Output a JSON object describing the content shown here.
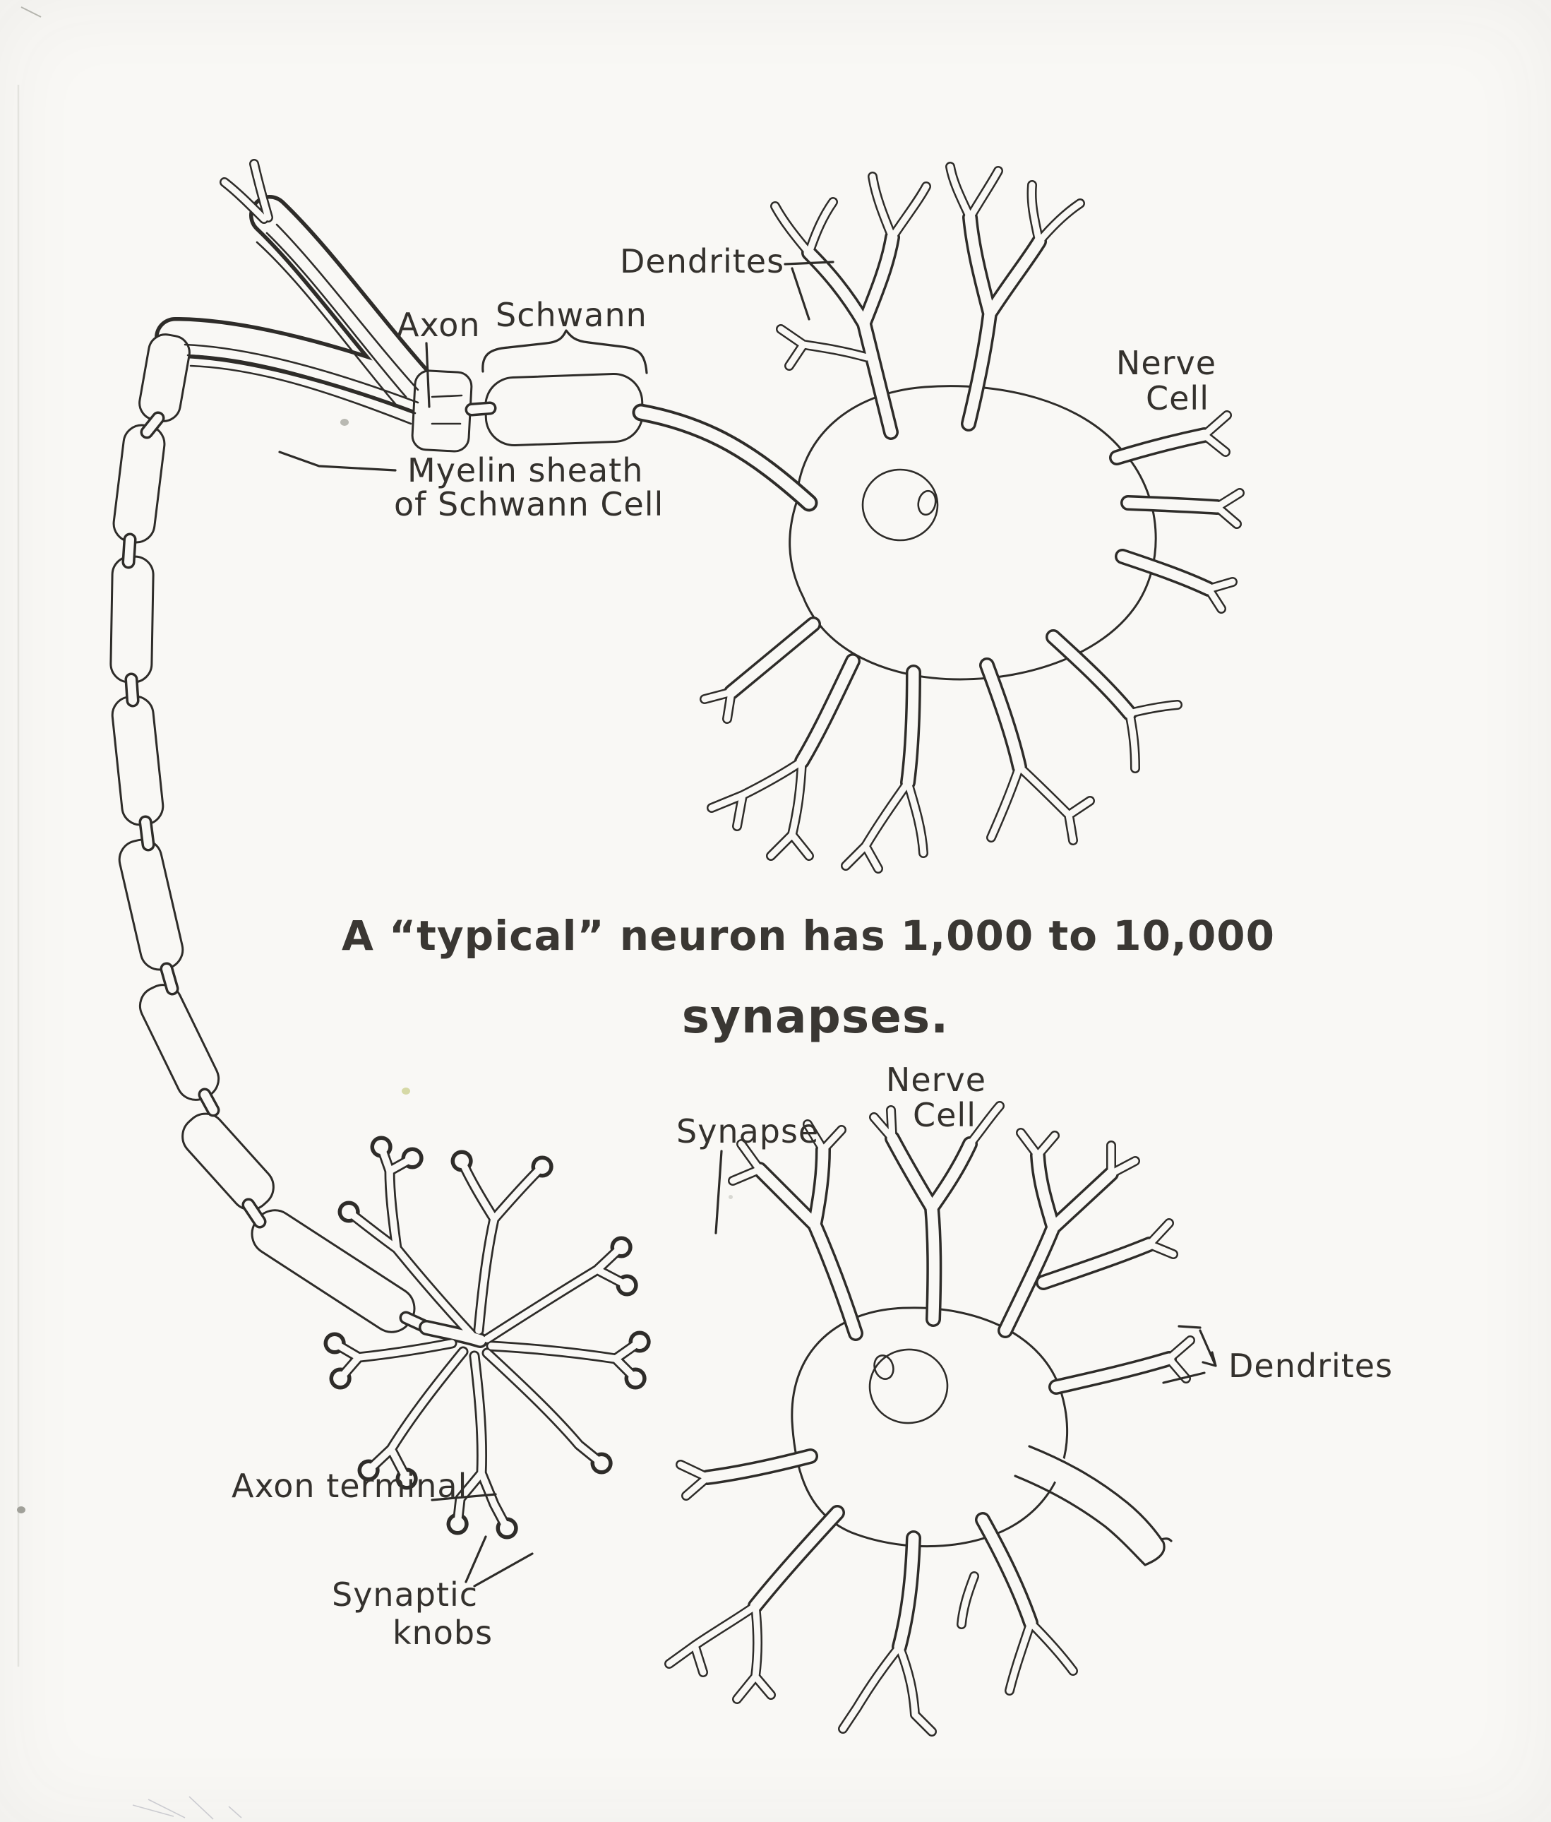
{
  "palette": {
    "paper": "#f9f8f5",
    "ink": "#2e2c29",
    "caption_ink": "#3a3733",
    "label_ink": "#34312d"
  },
  "caption": {
    "line1": "A “typical” neuron has 1,000 to 10,000",
    "line2": "synapses."
  },
  "labels": {
    "dendrites_top": "Dendrites",
    "axon": "Axon",
    "schwann": "Schwann",
    "nerve_cell_top": {
      "line1": "Nerve",
      "line2": "Cell"
    },
    "myelin_sheath": {
      "line1": "Myelin sheath",
      "line2": "of Schwann Cell"
    },
    "synapse": "Synapse",
    "nerve_cell_bottom": {
      "line1": "Nerve",
      "line2": "Cell"
    },
    "dendrites_bottom": "Dendrites",
    "axon_terminal": "Axon terminal",
    "synaptic_knobs": {
      "line1": "Synaptic",
      "line2": "knobs"
    }
  }
}
